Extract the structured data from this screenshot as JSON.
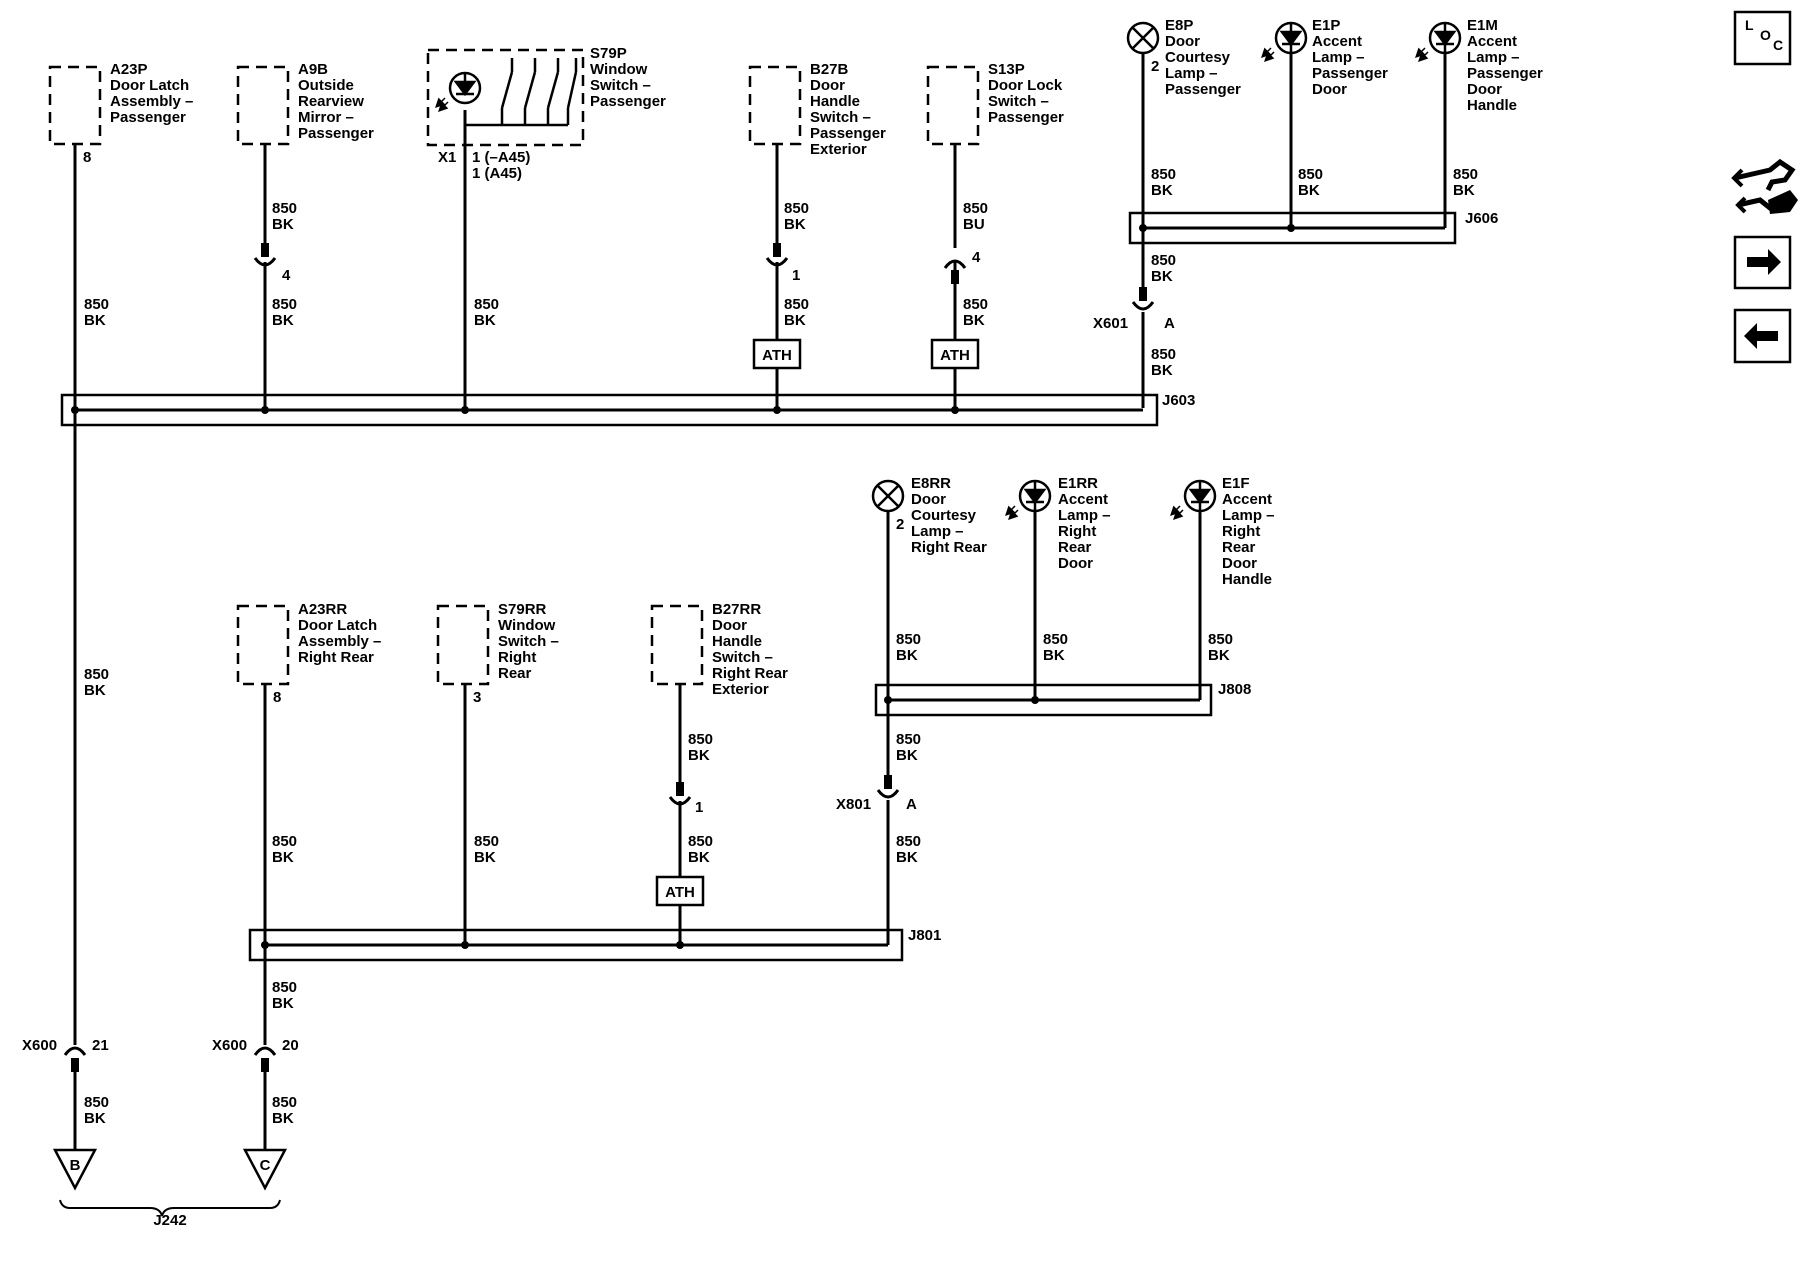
{
  "components": [
    {
      "id": "A23P",
      "desc": [
        "Door Latch",
        "Assembly –",
        "Passenger"
      ],
      "pin": "8"
    },
    {
      "id": "A9B",
      "desc": [
        "Outside",
        "Rearview",
        "Mirror –",
        "Passenger"
      ],
      "pin": ""
    },
    {
      "id": "S79P",
      "desc": [
        "Window",
        "Switch –",
        "Passenger"
      ],
      "pin": ""
    },
    {
      "id": "B27B",
      "desc": [
        "Door",
        "Handle",
        "Switch –",
        "Passenger",
        "Exterior"
      ],
      "pin": ""
    },
    {
      "id": "S13P",
      "desc": [
        "Door Lock",
        "Switch –",
        "Passenger"
      ],
      "pin": ""
    },
    {
      "id": "E8P",
      "desc": [
        "Door",
        "Courtesy",
        "Lamp –",
        "Passenger"
      ],
      "pin": "2"
    },
    {
      "id": "E1P",
      "desc": [
        "Accent",
        "Lamp –",
        "Passenger",
        "Door"
      ],
      "pin": ""
    },
    {
      "id": "E1M",
      "desc": [
        "Accent",
        "Lamp –",
        "Passenger",
        "Door",
        "Handle"
      ],
      "pin": ""
    },
    {
      "id": "E8RR",
      "desc": [
        "Door",
        "Courtesy",
        "Lamp –",
        "Right Rear"
      ],
      "pin": "2"
    },
    {
      "id": "E1RR",
      "desc": [
        "Accent",
        "Lamp –",
        "Right",
        "Rear",
        "Door"
      ],
      "pin": ""
    },
    {
      "id": "E1F",
      "desc": [
        "Accent",
        "Lamp –",
        "Right",
        "Rear",
        "Door",
        "Handle"
      ],
      "pin": ""
    },
    {
      "id": "A23RR",
      "desc": [
        "Door Latch",
        "Assembly –",
        "Right Rear"
      ],
      "pin": "8"
    },
    {
      "id": "S79RR",
      "desc": [
        "Window",
        "Switch –",
        "Right",
        "Rear"
      ],
      "pin": "3"
    },
    {
      "id": "B27RR",
      "desc": [
        "Door",
        "Handle",
        "Switch –",
        "Right Rear",
        "Exterior"
      ],
      "pin": ""
    }
  ],
  "s79p_connector": {
    "name": "X1",
    "pins": [
      "1 (–A45)",
      "1 (A45)"
    ]
  },
  "wire": {
    "circuit": "850",
    "color_bk": "BK",
    "color_bu": "BU"
  },
  "connectors": {
    "x601_name": "X601",
    "x601_pin": "A",
    "x801_name": "X801",
    "x801_pin": "A",
    "x600_name": "X600",
    "x600_pin_a": "21",
    "x600_pin_b": "20",
    "inline_pin_a9b": "4",
    "inline_pin_b27b": "1",
    "inline_pin_s13p": "4",
    "inline_pin_b27rr": "1"
  },
  "splices": {
    "j603": "J603",
    "j606": "J606",
    "j801": "J801",
    "j808": "J808",
    "j242": "J242"
  },
  "ath_label": "ATH",
  "grounds": {
    "b": "B",
    "c": "C"
  },
  "side_panel": {
    "loc_l": "L",
    "loc_o": "O",
    "loc_c": "C"
  }
}
